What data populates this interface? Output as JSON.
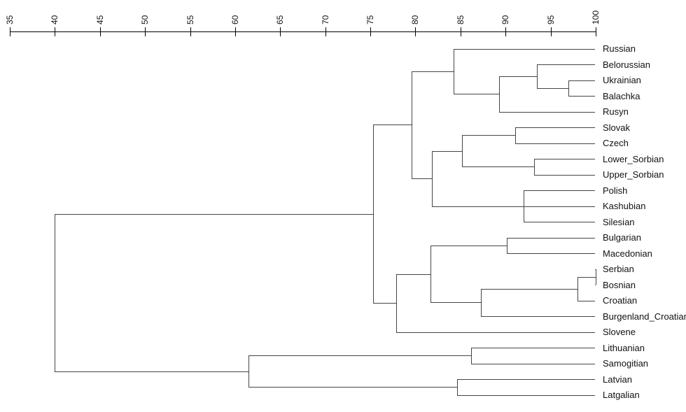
{
  "chart_data": {
    "type": "dendrogram",
    "title": "",
    "orientation": "horizontal",
    "legend": "none",
    "grid": false,
    "axis": {
      "position": "top",
      "min": 35,
      "max": 100,
      "ticks": [
        35,
        40,
        45,
        50,
        55,
        60,
        65,
        70,
        75,
        80,
        85,
        90,
        95,
        100
      ]
    },
    "leaves": [
      "Russian",
      "Belorussian",
      "Ukrainian",
      "Balachka",
      "Rusyn",
      "Slovak",
      "Czech",
      "Lower_Sorbian",
      "Upper_Sorbian",
      "Polish",
      "Kashubian",
      "Silesian",
      "Bulgarian",
      "Macedonian",
      "Serbian",
      "Bosnian",
      "Croatian",
      "Burgenland_Croatian",
      "Slovene",
      "Lithuanian",
      "Samogitian",
      "Latvian",
      "Latgalian"
    ],
    "tree": {
      "h": 40,
      "children": [
        {
          "h": 75.3,
          "children": [
            {
              "h": 79.6,
              "children": [
                {
                  "h": 84.2,
                  "children": [
                    "Russian",
                    {
                      "h": 89.3,
                      "children": [
                        {
                          "h": 93.5,
                          "children": [
                            "Belorussian",
                            {
                              "h": 97,
                              "children": [
                                "Ukrainian",
                                "Balachka"
                              ]
                            }
                          ]
                        },
                        "Rusyn"
                      ]
                    }
                  ]
                },
                {
                  "h": 81.8,
                  "children": [
                    {
                      "h": 85.2,
                      "children": [
                        {
                          "h": 91.1,
                          "children": [
                            "Slovak",
                            "Czech"
                          ]
                        },
                        {
                          "h": 93.2,
                          "children": [
                            "Lower_Sorbian",
                            "Upper_Sorbian"
                          ]
                        }
                      ]
                    },
                    {
                      "h": 81.8,
                      "children": [
                        {
                          "h": 92,
                          "children": [
                            "Polish",
                            "Silesian"
                          ]
                        },
                        "Kashubian"
                      ]
                    }
                  ]
                }
              ]
            },
            {
              "h": 77.9,
              "children": [
                {
                  "h": 81.7,
                  "children": [
                    {
                      "h": 90.1,
                      "children": [
                        "Bulgarian",
                        "Macedonian"
                      ]
                    },
                    {
                      "h": 87.3,
                      "children": [
                        {
                          "h": 98,
                          "children": [
                            {
                              "h": 100,
                              "children": [
                                "Serbian",
                                "Bosnian"
                              ]
                            },
                            "Croatian"
                          ]
                        },
                        "Burgenland_Croatian"
                      ]
                    }
                  ]
                },
                "Slovene"
              ]
            }
          ]
        },
        {
          "h": 61.5,
          "children": [
            {
              "h": 86.2,
              "children": [
                "Lithuanian",
                "Samogitian"
              ]
            },
            {
              "h": 84.6,
              "children": [
                "Latvian",
                "Latgalian"
              ]
            }
          ]
        }
      ]
    },
    "colors": {
      "branch": "#454545",
      "axis": "#000000",
      "text": "#111111"
    }
  }
}
